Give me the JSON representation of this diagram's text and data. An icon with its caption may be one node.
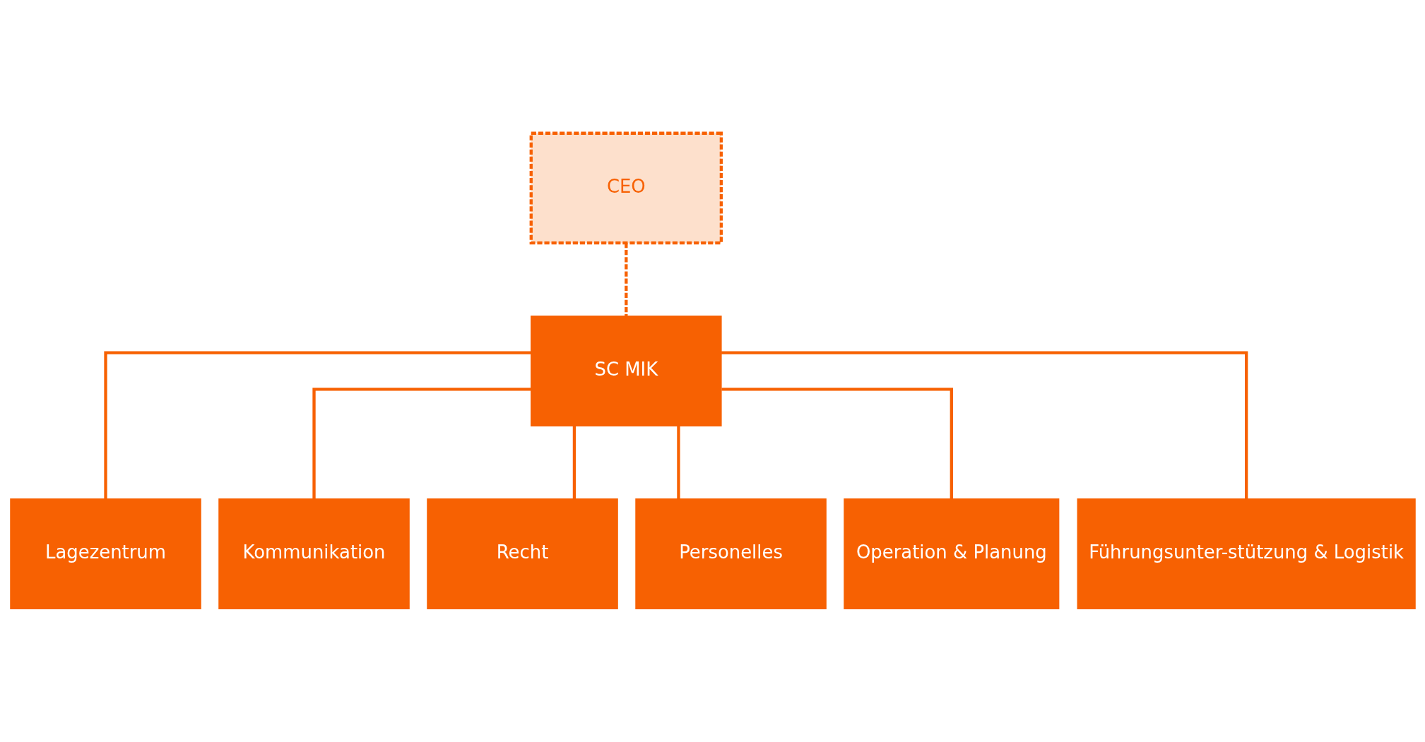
{
  "diagram": {
    "nodes": [
      {
        "text": [
          "CEO"
        ]
      },
      {
        "text": [
          "SC MIK"
        ]
      },
      {
        "text": [
          "Lagezentrum"
        ]
      },
      {
        "text": [
          "Kommunikation"
        ]
      },
      {
        "text": [
          "Recht"
        ]
      },
      {
        "text": [
          "Personelles"
        ]
      },
      {
        "text": [
          "Operation & Planung"
        ]
      },
      {
        "text": [
          "Führungsunter-stützung & Logistik"
        ]
      }
    ],
    "edges": [
      {
        "from": 0,
        "to": 1,
        "arrow": "none",
        "style": "dashed"
      },
      {
        "from": 1,
        "to": 2,
        "arrow": "none"
      },
      {
        "from": 1,
        "to": 3,
        "arrow": "none"
      },
      {
        "from": 1,
        "to": 4,
        "arrow": "none"
      },
      {
        "from": 1,
        "to": 5,
        "arrow": "none"
      },
      {
        "from": 1,
        "to": 6,
        "arrow": "none"
      },
      {
        "from": 1,
        "to": 7,
        "arrow": "none"
      }
    ]
  }
}
